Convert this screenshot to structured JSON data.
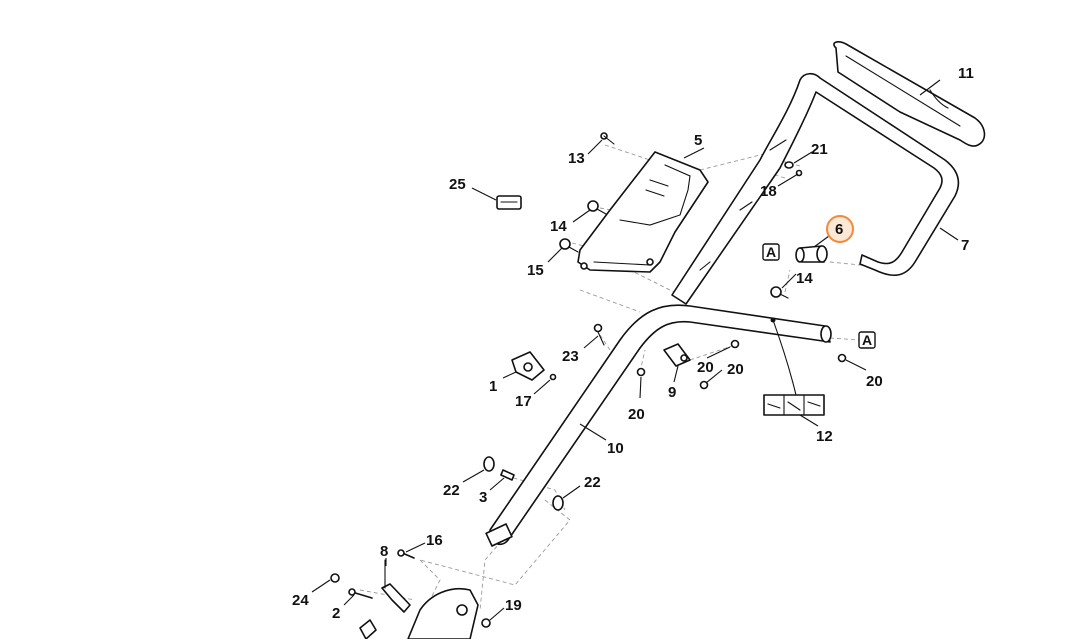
{
  "labels": {
    "p1": "1",
    "p2": "2",
    "p3": "3",
    "p5": "5",
    "p6": "6",
    "p7": "7",
    "p8": "8",
    "p9": "9",
    "p10": "10",
    "p11": "11",
    "p12": "12",
    "p13": "13",
    "p14a": "14",
    "p14b": "14",
    "p15": "15",
    "p16": "16",
    "p17": "17",
    "p18": "18",
    "p19": "19",
    "p20a": "20",
    "p20b": "20",
    "p20c": "20",
    "p20d": "20",
    "p21": "21",
    "p22a": "22",
    "p22b": "22",
    "p23": "23",
    "p24": "24",
    "p25": "25"
  },
  "markers": {
    "a1": "A",
    "a2": "A"
  },
  "highlight": {
    "part": "6",
    "color": "#f08a3c",
    "fill": "#fde7d5"
  }
}
